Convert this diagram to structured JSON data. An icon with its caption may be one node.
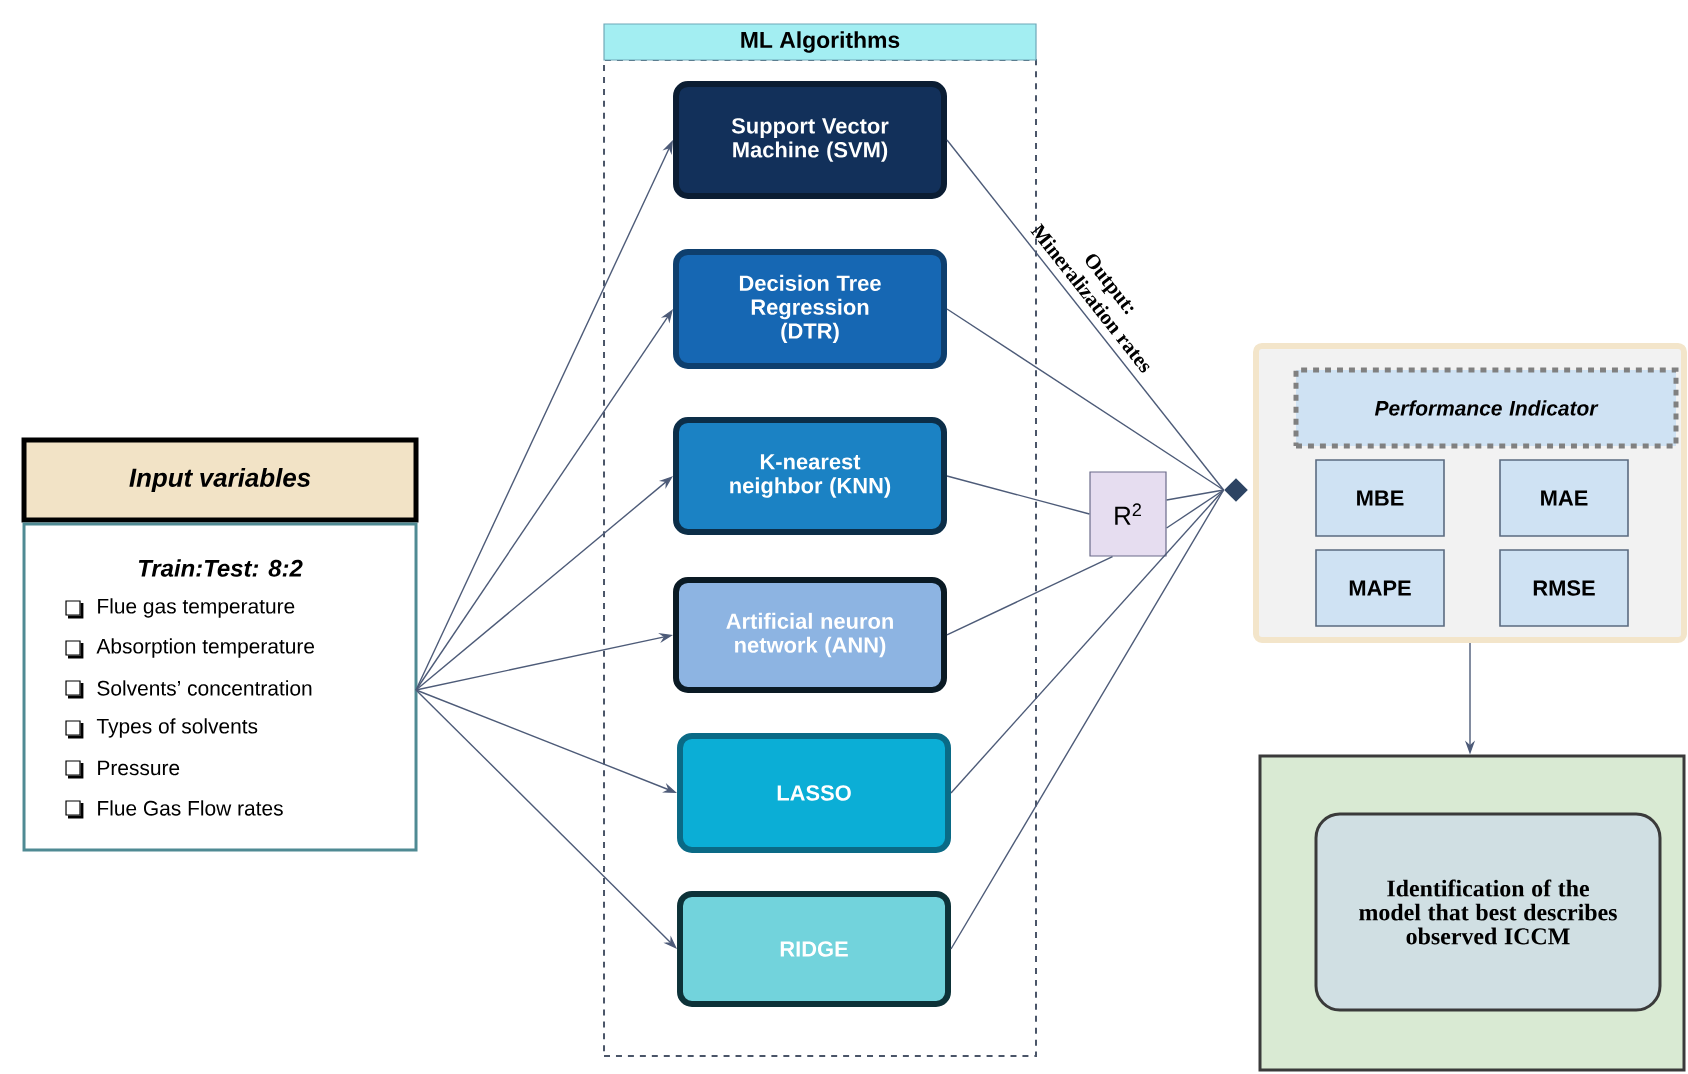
{
  "diagram": {
    "nodes": [
      {
        "text": [
          "Input variables"
        ]
      },
      {
        "text": [
          "Train:Test: 8:2",
          "Flue gas temperature",
          "Absorption temperature",
          "Solvents’ concentration",
          "Types of solvents",
          "Pressure",
          "Flue Gas Flow rates"
        ]
      },
      {
        "text": [
          "ML Algorithms"
        ]
      },
      {
        "text": [
          "Support Vector Machine (SVM)"
        ],
        "in": 2
      },
      {
        "text": [
          "Decision Tree Regression (DTR)"
        ],
        "in": 2
      },
      {
        "text": [
          "K-nearest neighbor (KNN)"
        ],
        "in": 2
      },
      {
        "text": [
          "Artificial neuron network (ANN)"
        ],
        "in": 2
      },
      {
        "text": [
          "LASSO"
        ],
        "in": 2
      },
      {
        "text": [
          "RIDGE"
        ],
        "in": 2
      },
      {
        "text": [
          "R$^{2}$"
        ]
      },
      {
        "text": [],
        "shape": "diamond"
      },
      {
        "text": [],
        "shape": "box"
      },
      {
        "text": [
          "Performance Indicator"
        ],
        "in": 11
      },
      {
        "text": [
          "MBE"
        ],
        "in": 11
      },
      {
        "text": [
          "MAE"
        ],
        "in": 11
      },
      {
        "text": [
          "MAPE"
        ],
        "in": 11
      },
      {
        "text": [
          "RMSE"
        ],
        "in": 11
      },
      {
        "text": [],
        "shape": "box"
      },
      {
        "text": [
          "Identification of the model that best describes observed ICCM"
        ],
        "in": 17
      }
    ],
    "edges": [
      {
        "from": 1,
        "to": 3,
        "arrow": "to"
      },
      {
        "from": 1,
        "to": 4,
        "arrow": "to"
      },
      {
        "from": 1,
        "to": 5,
        "arrow": "to"
      },
      {
        "from": 1,
        "to": 6,
        "arrow": "to"
      },
      {
        "from": 1,
        "to": 7,
        "arrow": "to"
      },
      {
        "from": 1,
        "to": 8,
        "arrow": "to"
      },
      {
        "from": 3,
        "to": 10,
        "arrow": "none",
        "label": "Output: Mineralization rates"
      },
      {
        "from": 4,
        "to": 10,
        "arrow": "none"
      },
      {
        "from": 5,
        "to": 9,
        "arrow": "none"
      },
      {
        "from": 9,
        "to": 10,
        "arrow": "none"
      },
      {
        "from": 6,
        "to": 9,
        "arrow": "none"
      },
      {
        "from": 9,
        "to": 10,
        "arrow": "none"
      },
      {
        "from": 7,
        "to": 10,
        "arrow": "none"
      },
      {
        "from": 8,
        "to": 10,
        "arrow": "none"
      },
      {
        "from": 11,
        "to": 17,
        "arrow": "to"
      }
    ]
  }
}
